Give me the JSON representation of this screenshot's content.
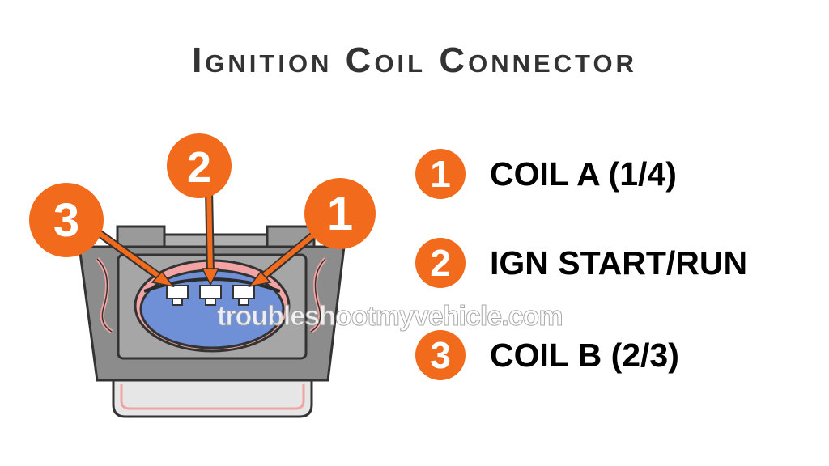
{
  "title": "Ignition Coil Connector",
  "callouts": [
    {
      "number": "3"
    },
    {
      "number": "2"
    },
    {
      "number": "1"
    }
  ],
  "legend": [
    {
      "number": "1",
      "label": "COIL A (1/4)"
    },
    {
      "number": "2",
      "label": "IGN START/RUN"
    },
    {
      "number": "3",
      "label": "COIL B (2/3)"
    }
  ],
  "watermark": "troubleshootmyvehicle.com",
  "colors": {
    "accent_orange": "#F26A1B",
    "connector_gray": "#8C8C8C",
    "terminal_blue": "#6F8FD6",
    "seal_pink": "#F2A3A3"
  }
}
